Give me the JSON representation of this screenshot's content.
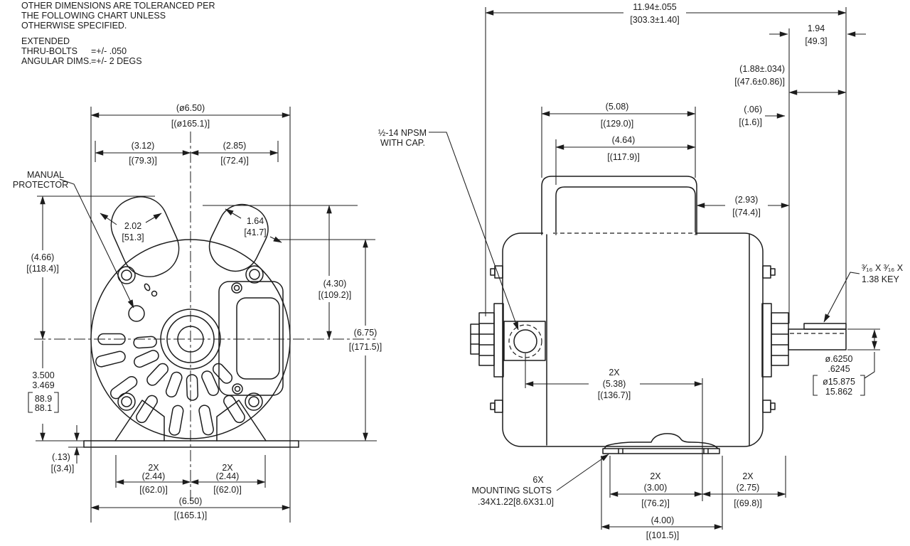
{
  "drawing": {
    "notes": {
      "l1": "OTHER DIMENSIONS ARE TOLERANCED PER",
      "l2": "THE FOLLOWING CHART UNLESS",
      "l3": "OTHERWISE SPECIFIED.",
      "l4": "EXTENDED",
      "l5a": "THRU-BOLTS",
      "l5b": "=+/- .050",
      "l6a": "ANGULAR DIMS.",
      "l6b": "=+/- 2 DEGS"
    },
    "front": {
      "dia_top_in": "(ø6.50)",
      "dia_top_mm": "[(ø165.1)]",
      "w_left_in": "(3.12)",
      "w_left_mm": "[(79.3)]",
      "w_right_in": "(2.85)",
      "w_right_mm": "[(72.4)]",
      "ear_left_in": "2.02",
      "ear_left_mm": "[51.3]",
      "ear_right_in": "1.64",
      "ear_right_mm": "[41.7]",
      "h_upper_in": "(4.66)",
      "h_upper_mm": "[(118.4)]",
      "shaft_h_in1": "3.500",
      "shaft_h_in2": "3.469",
      "shaft_h_mm1": "88.9",
      "shaft_h_mm2": "88.1",
      "base_t_in": "(.13)",
      "base_t_mm": "[(3.4)]",
      "foot_count": "2X",
      "foot_in": "(2.44)",
      "foot_mm": "[(62.0)]",
      "w_bottom_in": "(6.50)",
      "w_bottom_mm": "[(165.1)]",
      "h_mid_in": "(4.30)",
      "h_mid_mm": "[(109.2)]",
      "h_overall_in": "(6.75)",
      "h_overall_mm": "[(171.5)]",
      "protector_l1": "MANUAL",
      "protector_l2": "PROTECTOR"
    },
    "side": {
      "len_in": "11.94±.055",
      "len_mm": "[303.3±1.40]",
      "shaft_ext_in": "1.94",
      "shaft_ext_mm": "[49.3]",
      "shaft_len_in": "(1.88±.034)",
      "shaft_len_mm": "[(47.6±0.86)]",
      "box_w_in": "(5.08)",
      "box_w_mm": "[(129.0)]",
      "box_inner_in": "(4.64)",
      "box_inner_mm": "[(117.9)]",
      "gap_in": "(.06)",
      "gap_mm": "[(1.6)]",
      "box_h_in": "(2.93)",
      "box_h_mm": "[(74.4)]",
      "npsm_l1": "½-14 NPSM",
      "npsm_l2": "WITH CAP.",
      "key_l1": "³⁄₁₆ X ³⁄₁₆ X",
      "key_l2": "1.38 KEY",
      "slot_span_count": "2X",
      "slot_span_in": "(5.38)",
      "slot_span_mm": "[(136.7)]",
      "shaft_dia_in1": "ø.6250",
      "shaft_dia_in2": ".6245",
      "shaft_dia_mm1": "ø15.875",
      "shaft_dia_mm2": "15.862",
      "slots_l1": "6X",
      "slots_l2": "MOUNTING SLOTS",
      "slots_l3": ".34X1.22[8.6X31.0]",
      "foot_a_count": "2X",
      "foot_a_in": "(3.00)",
      "foot_a_mm": "[(76.2)]",
      "foot_b_count": "2X",
      "foot_b_in": "(2.75)",
      "foot_b_mm": "[(69.8)]",
      "foot_c_in": "(4.00)",
      "foot_c_mm": "[(101.5)]"
    }
  }
}
